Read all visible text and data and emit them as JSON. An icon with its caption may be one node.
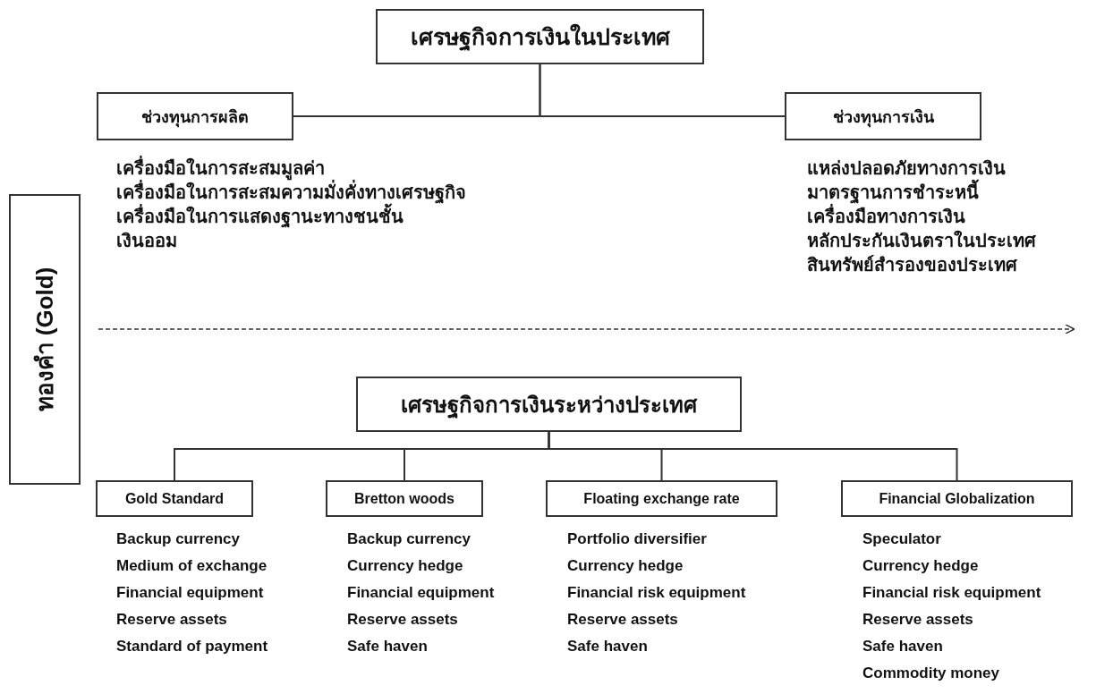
{
  "diagram": {
    "nodes": [
      {
        "text": [
          "เศรษฐกิจการเงินในประเทศ"
        ]
      },
      {
        "text": [
          "ช่วงทุนการผลิต"
        ],
        "beside": [
          "เครื่องมือในการสะสมมูลค่า",
          "เครื่องมือในการสะสมความมั่งคั่งทางเศรษฐกิจ",
          "เครื่องมือในการแสดงฐานะทางชนชั้น",
          "เงินออม"
        ]
      },
      {
        "text": [
          "ช่วงทุนการเงิน"
        ],
        "beside": [
          "แหล่งปลอดภัยทางการเงิน",
          "มาตรฐานการชำระหนี้",
          "เครื่องมือทางการเงิน",
          "หลักประกันเงินตราในประเทศ",
          "สินทรัพย์สำรองของประเทศ"
        ]
      },
      {
        "text": [
          "ทองคำ (Gold)"
        ]
      },
      {
        "text": [
          "เศรษฐกิจการเงินระหว่างประเทศ"
        ]
      },
      {
        "text": [
          "Gold Standard"
        ],
        "beside": [
          "Backup currency",
          "Medium of exchange",
          "Financial equipment",
          "Reserve assets",
          "Standard of payment"
        ]
      },
      {
        "text": [
          "Bretton woods"
        ],
        "beside": [
          "Backup currency",
          "Currency hedge",
          "Financial equipment",
          "Reserve assets",
          "Safe haven"
        ]
      },
      {
        "text": [
          "Floating exchange rate"
        ],
        "beside": [
          "Portfolio diversifier",
          "Currency hedge",
          "Financial risk equipment",
          "Reserve assets",
          "Safe haven"
        ]
      },
      {
        "text": [
          "Financial Globalization"
        ],
        "beside": [
          "Speculator",
          "Currency hedge",
          "Financial risk equipment",
          "Reserve assets",
          "Safe haven",
          "Commodity money"
        ]
      }
    ],
    "edges": [
      {
        "from": 0,
        "to": 1,
        "arrow": "none"
      },
      {
        "from": 0,
        "to": 2,
        "arrow": "none"
      },
      {
        "from": 4,
        "to": 5,
        "arrow": "none"
      },
      {
        "from": 4,
        "to": 6,
        "arrow": "none"
      },
      {
        "from": 4,
        "to": 7,
        "arrow": "none"
      },
      {
        "from": 4,
        "to": 8,
        "arrow": "none"
      }
    ]
  }
}
